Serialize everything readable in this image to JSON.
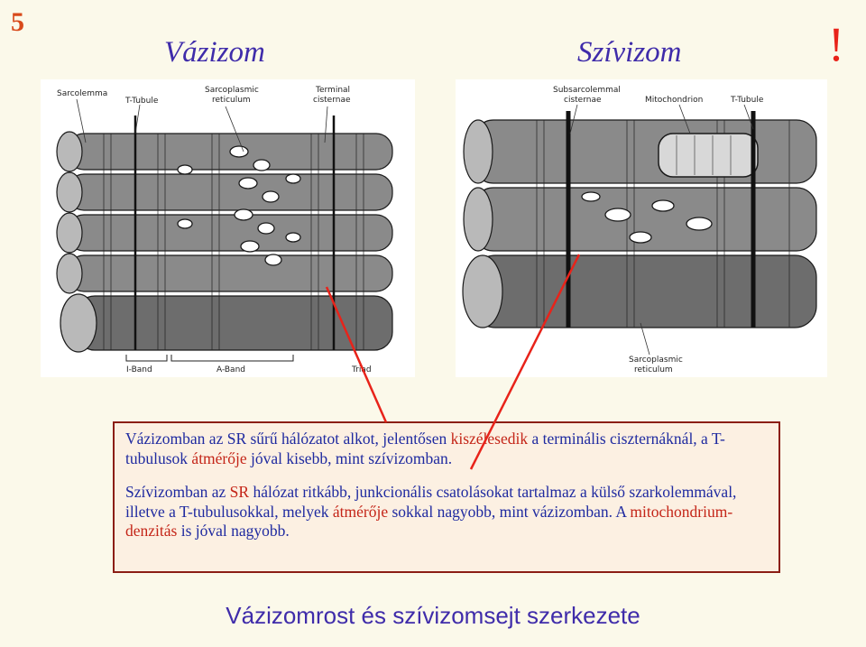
{
  "slide_number": "5",
  "exclamation": "!",
  "headings": {
    "left": "Vázizom",
    "right": "Szívizom"
  },
  "figure_left": {
    "labels": {
      "sarcolemma": "Sarcolemma",
      "t_tubule": "T-Tubule",
      "sarcoplasmic_line1": "Sarcoplasmic",
      "sarcoplasmic_line2": "reticulum",
      "terminal_line1": "Terminal",
      "terminal_line2": "cisternae",
      "i_band": "I-Band",
      "a_band": "A-Band",
      "triad": "Triad"
    }
  },
  "figure_right": {
    "labels": {
      "subsarcolemmal_line1": "Subsarcolemmal",
      "subsarcolemmal_line2": "cisternae",
      "mitochondrion": "Mitochondrion",
      "t_tubule": "T-Tubule",
      "sarcoplasmic_line1": "Sarcoplasmic",
      "sarcoplasmic_line2": "reticulum"
    }
  },
  "paragraph1": {
    "a": "Vázizomban az SR sűrű hálózatot alkot, jelentősen ",
    "b": "kiszélesedik",
    "c": " a terminális ciszternáknál, a T-tubulusok ",
    "d": "átmérője",
    "e": " jóval kisebb, mint szívizomban."
  },
  "paragraph2": {
    "a": "Szívizomban az ",
    "b": "SR",
    "c": " hálózat ritkább, junkcionális csatolásokat tartalmaz a külső szarkolemmával, illetve a T-tubulusokkal, melyek ",
    "d": "átmérője",
    "e": " sokkal nagyobb, mint vázizomban. A ",
    "f": "mitochondrium-denzitás",
    "g": " is jóval nagyobb."
  },
  "title": "Vázizomrost és szívizomsejt szerkezete",
  "colors": {
    "background": "#fbf9ea",
    "heading": "#3f2caa",
    "body_text": "#1f2aa0",
    "highlight": "#c42518",
    "box_border": "#8b1e14",
    "arrow": "#e8231a"
  }
}
